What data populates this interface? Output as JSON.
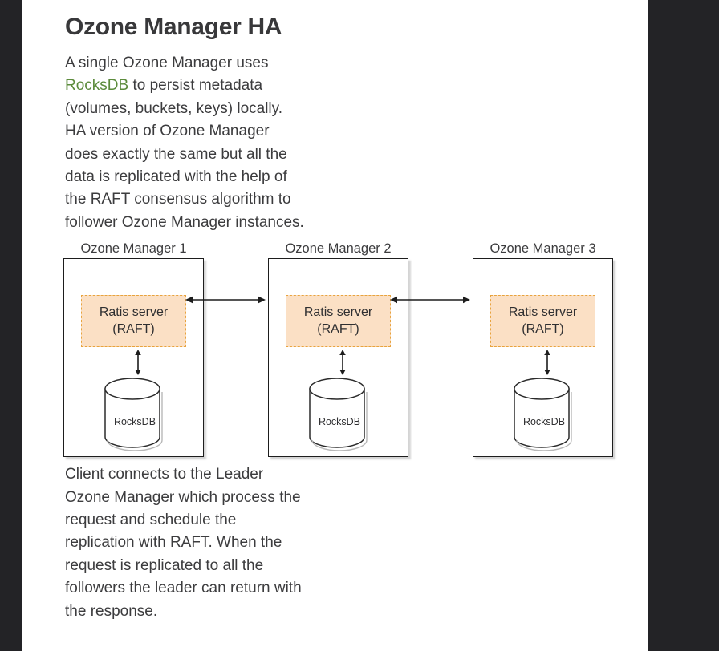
{
  "page": {
    "title": "Ozone Manager HA"
  },
  "intro": {
    "before_link": "A single Ozone Manager uses ",
    "link_label": "RocksDB",
    "after_link": " to persist metadata (volumes, buckets, keys) locally. HA version of Ozone Manager does exactly the same but all the data is replicated with the help of the RAFT consensus algorithm to follower Ozone Manager instances."
  },
  "outro": {
    "text": "Client connects to the Leader Ozone Manager which process the request and schedule the replication with RAFT. When the request is replicated to all the followers the leader can return with the response."
  },
  "diagram": {
    "panels": [
      {
        "title": "Ozone Manager 1",
        "ratis_line1": "Ratis server",
        "ratis_line2": "(RAFT)",
        "db_label": "RocksDB"
      },
      {
        "title": "Ozone Manager 2",
        "ratis_line1": "Ratis server",
        "ratis_line2": "(RAFT)",
        "db_label": "RocksDB"
      },
      {
        "title": "Ozone Manager 3",
        "ratis_line1": "Ratis server",
        "ratis_line2": "(RAFT)",
        "db_label": "RocksDB"
      }
    ],
    "colors": {
      "ratis_fill": "#fbe0c5",
      "ratis_border": "#e8a33d",
      "panel_border": "#1d1d1d",
      "link_green": "#5c8b3c",
      "text": "#3c3c3e"
    }
  }
}
